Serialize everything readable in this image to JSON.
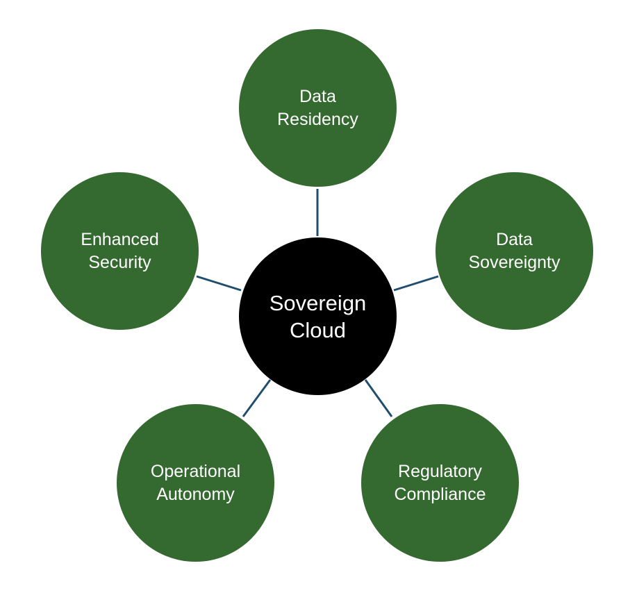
{
  "diagram": {
    "type": "hub-and-spoke",
    "colors": {
      "center_fill": "#000000",
      "outer_fill": "#346a30",
      "connector": "#1f4e6e",
      "text": "#ffffff",
      "background": "#ffffff"
    },
    "center": {
      "line1": "Sovereign",
      "line2": "Cloud"
    },
    "nodes": [
      {
        "id": "data-residency",
        "line1": "Data",
        "line2": "Residency"
      },
      {
        "id": "data-sovereignty",
        "line1": "Data",
        "line2": "Sovereignty"
      },
      {
        "id": "regulatory-compliance",
        "line1": "Regulatory",
        "line2": "Compliance"
      },
      {
        "id": "operational-autonomy",
        "line1": "Operational",
        "line2": "Autonomy"
      },
      {
        "id": "enhanced-security",
        "line1": "Enhanced",
        "line2": "Security"
      }
    ]
  }
}
